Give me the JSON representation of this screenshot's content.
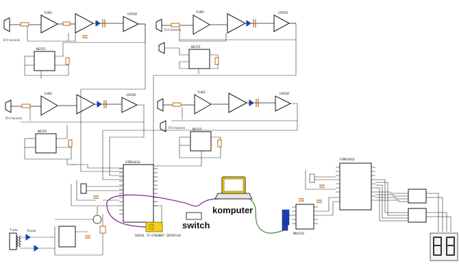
{
  "labels": {
    "komputer": "komputer",
    "switch": "switch",
    "atmega": "ATMEGA16",
    "max232": "MAX232",
    "lm35": "LM35DZ",
    "ltr": "TL082",
    "ne555": "NE555",
    "ultrasonic": "Ultrasonik",
    "serial_interface": "SERIAL TO ETHERNET INTERFACE",
    "trafo": "Trafo",
    "dioda": "Dioda"
  },
  "colors": {
    "purple_cable": "#8a3d8f",
    "green_cable": "#3a8a2a",
    "yellow_module": "#f2d21a",
    "resistor": "#b05a00",
    "diode": "#1c3fb0"
  },
  "icons": {
    "monitor": "laptop-icon",
    "switch": "network-switch-icon",
    "display": "seven-segment-display-icon"
  }
}
